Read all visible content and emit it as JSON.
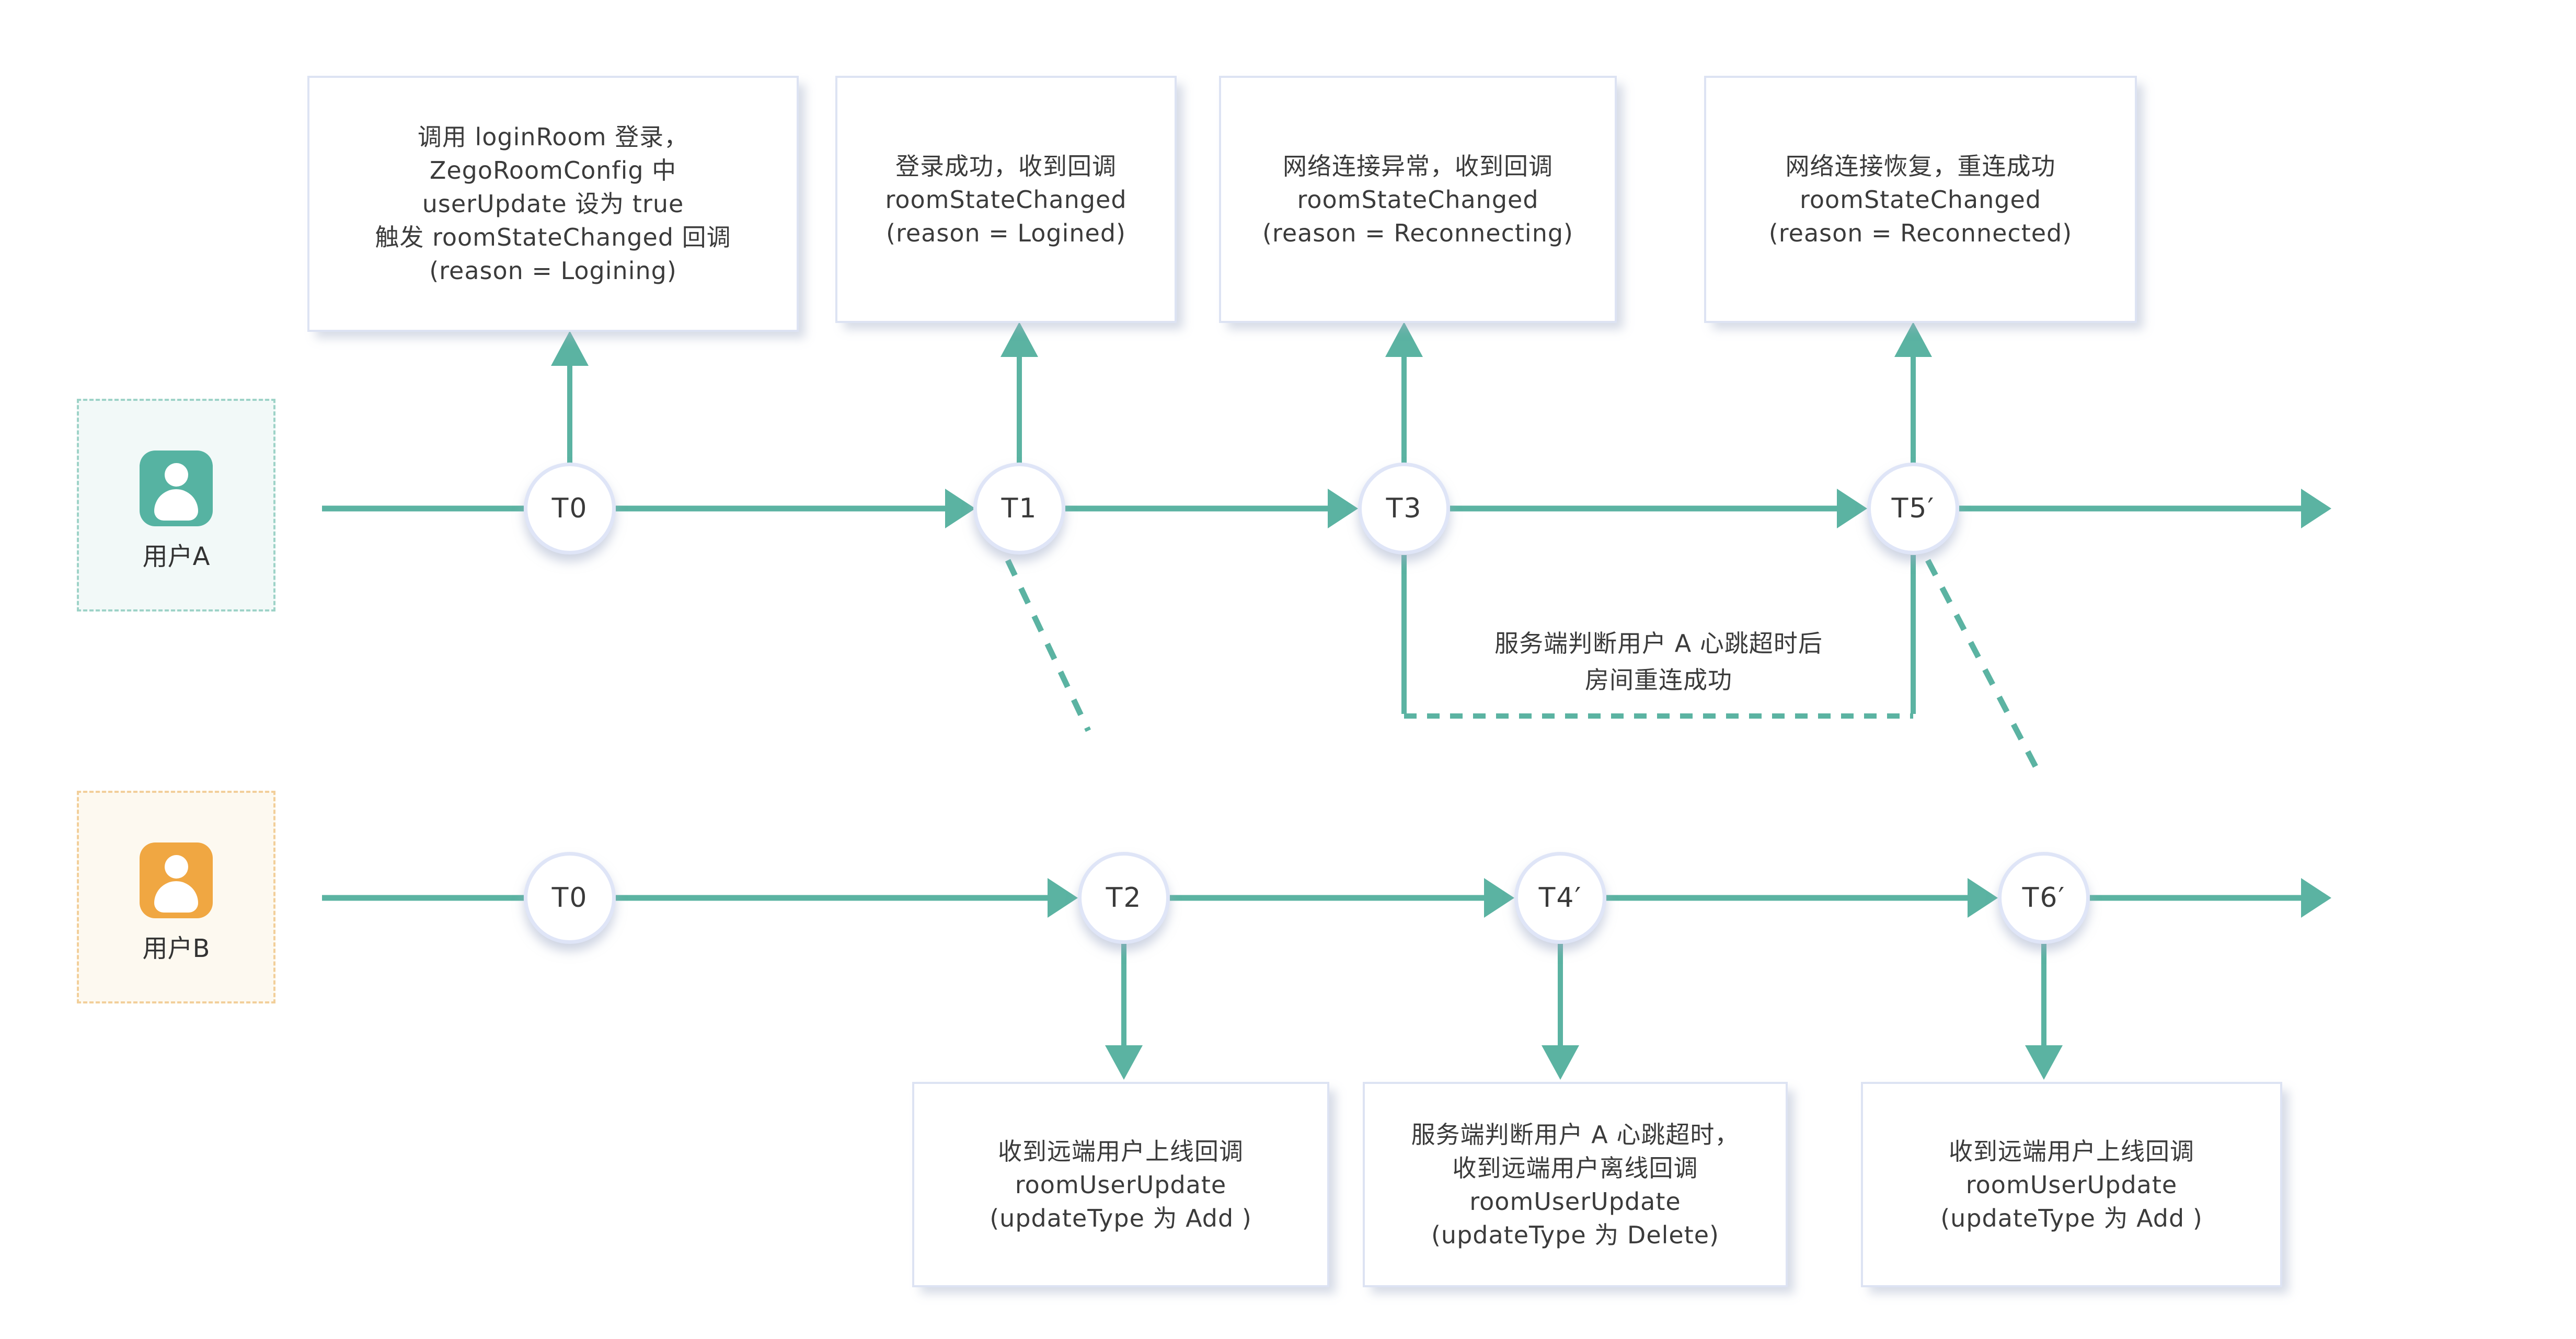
{
  "colors": {
    "accent_teal": "#5BB3A2",
    "avatar_a": "#56B3A2",
    "avatar_b": "#F0A742",
    "panel_a_bg": "#F2F9F8",
    "panel_a_border": "#9ED3C8",
    "panel_b_bg": "#FDF9F0",
    "panel_b_border": "#F2CF9A",
    "box_bg": "#FFFFFF",
    "box_border": "#DDE3F3",
    "circle_border": "#DFE5F7",
    "text": "#3B3B3B"
  },
  "users": {
    "a": {
      "label": "用户A"
    },
    "b": {
      "label": "用户B"
    }
  },
  "timeline_a": {
    "nodes": [
      {
        "label": "T0"
      },
      {
        "label": "T1"
      },
      {
        "label": "T3"
      },
      {
        "label": "T5′"
      }
    ]
  },
  "timeline_b": {
    "nodes": [
      {
        "label": "T0"
      },
      {
        "label": "T2"
      },
      {
        "label": "T4′"
      },
      {
        "label": "T6′"
      }
    ]
  },
  "top_boxes": [
    {
      "lines": [
        "调用 loginRoom 登录，",
        "ZegoRoomConfig 中",
        "userUpdate 设为 true",
        "触发 roomStateChanged 回调",
        "(reason = Logining)"
      ]
    },
    {
      "lines": [
        "登录成功，收到回调",
        "roomStateChanged",
        "(reason = Logined)"
      ]
    },
    {
      "lines": [
        "网络连接异常，收到回调",
        "roomStateChanged",
        "(reason = Reconnecting)"
      ]
    },
    {
      "lines": [
        "网络连接恢复，重连成功",
        "roomStateChanged",
        "(reason = Reconnected)"
      ]
    }
  ],
  "bottom_boxes": [
    {
      "lines": [
        "收到远端用户上线回调",
        "roomUserUpdate",
        "(updateType 为 Add )"
      ]
    },
    {
      "lines": [
        "服务端判断用户 A 心跳超时，",
        "收到远端用户离线回调",
        "roomUserUpdate",
        "(updateType 为 Delete)"
      ]
    },
    {
      "lines": [
        "收到远端用户上线回调",
        "roomUserUpdate",
        "(updateType 为 Add )"
      ]
    }
  ],
  "bracket_note": {
    "lines": [
      "服务端判断用户 A 心跳超时后",
      "房间重连成功"
    ]
  }
}
